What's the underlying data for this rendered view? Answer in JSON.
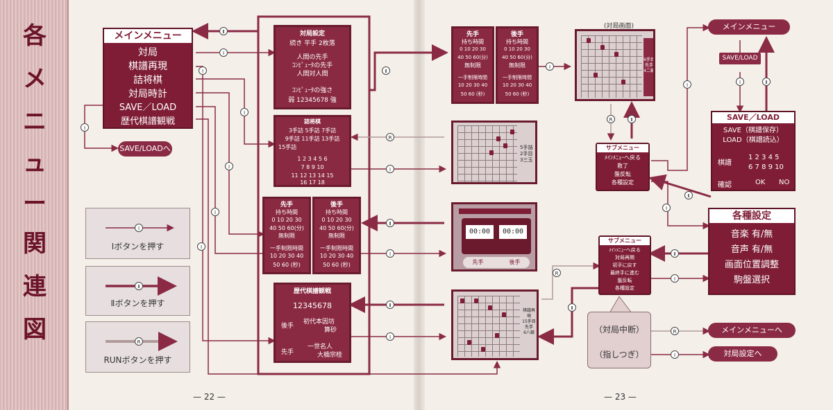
{
  "title_vertical": [
    "各",
    "メ",
    "ニ",
    "ュ",
    "ー",
    "関",
    "連",
    "図"
  ],
  "main_menu": {
    "header": "メインメニュー",
    "items": [
      "対局",
      "棋譜再現",
      "詰将棋",
      "対局時計",
      "SAVE／LOAD",
      "歴代棋譜観戦"
    ]
  },
  "save_load_pill": "SAVE/LOADへ",
  "legend": {
    "i_label": "Ⅰボタンを押す",
    "ii_label": "Ⅱボタンを押す",
    "run_label": "RUNボタンを押す",
    "i_badge": "Ⅰ",
    "ii_badge": "Ⅱ",
    "r_badge": "R"
  },
  "settings_screen": {
    "title": "対局設定",
    "row1": "続き 平手 2枚落",
    "options": [
      "人間の先手",
      "ｺﾝﾋﾟｭｰﾀの先手",
      "人間対人間"
    ],
    "strength_label": "ｺﾝﾋﾟｭｰﾀの強さ",
    "strength_row": "弱 12345678 強"
  },
  "tsume_screen": {
    "title": "詰将棋",
    "row1": "3手詰 5手詰 7手詰",
    "row2": "9手詰 11手詰 13手詰",
    "row3": "15手詰",
    "numbers": [
      "1 2 3 4 5 6",
      "7 8 9 10",
      "11 12 13 14 15",
      "16 17 18"
    ]
  },
  "time_screen": {
    "sente": "先手",
    "gote": "後手",
    "mochi": "持ち時間",
    "row1": "0 10 20 30",
    "row2": "40 50 60(分)",
    "unlimited": "無制限",
    "limit": "一手制限時間",
    "row3": "10 20 30 40",
    "row4": "50 60 (秒)"
  },
  "history_screen": {
    "title": "歴代棋譜観戦",
    "digits": "12345678",
    "gote": "後手",
    "gote_name1": "初代本因坊",
    "gote_name2": "算砂",
    "sente": "先手",
    "sente_name1": "一世名人",
    "sente_name2": "大橋宗桂"
  },
  "game_screen": {
    "caption": "(対局画面)",
    "side_info": [
      "6手目",
      "先手",
      "4二銀"
    ]
  },
  "tsume_board_info": [
    "5手詰",
    "2手目",
    "3三玉"
  ],
  "replay_board_info": [
    "棋譜再現",
    "15手目",
    "先手",
    "6八銀"
  ],
  "sub_menu_top": {
    "title": "サブメニュー",
    "items": [
      "ﾒｲﾝﾒﾆｭｰへ戻る",
      "救了",
      "盤反転",
      "各種設定"
    ]
  },
  "sub_menu_bottom": {
    "title": "サブメニュー",
    "items": [
      "ﾒｲﾝﾒﾆｭｰへ戻る",
      "対局再開",
      "初手に戻す",
      "最終手に進む",
      "盤反転",
      "各種設定"
    ]
  },
  "save_load_screen": {
    "title": "SAVE／LOAD",
    "save": "SAVE（棋譜保存）",
    "load": "LOAD（棋譜読込）",
    "kifu_label": "棋譜",
    "nums1": "1 2 3 4 5",
    "nums2": "6 7 8 9 10",
    "confirm": "確認",
    "ok": "OK",
    "no": "NO"
  },
  "settings2_screen": {
    "title": "各種設定",
    "items": [
      "音楽 有/無",
      "音声 有/無",
      "画面位置調整",
      "駒盤選択"
    ]
  },
  "right_main_menu_pill": "メインメニュー",
  "mini_save_load": "SAVE/LOAD",
  "speech_bubble": {
    "line1": "（対局中断）",
    "line2": "（指しつぎ）"
  },
  "to_main_menu": "メインメニューへ",
  "to_game_settings": "対局設定へ",
  "clock_display": "00:00",
  "page_left": "— 22 —",
  "page_right": "— 23 —",
  "colors": {
    "maroon": "#7e1d35",
    "arrow": "#8a2a45",
    "paper": "#f4efe9",
    "title_band": "#dcbcbc"
  }
}
